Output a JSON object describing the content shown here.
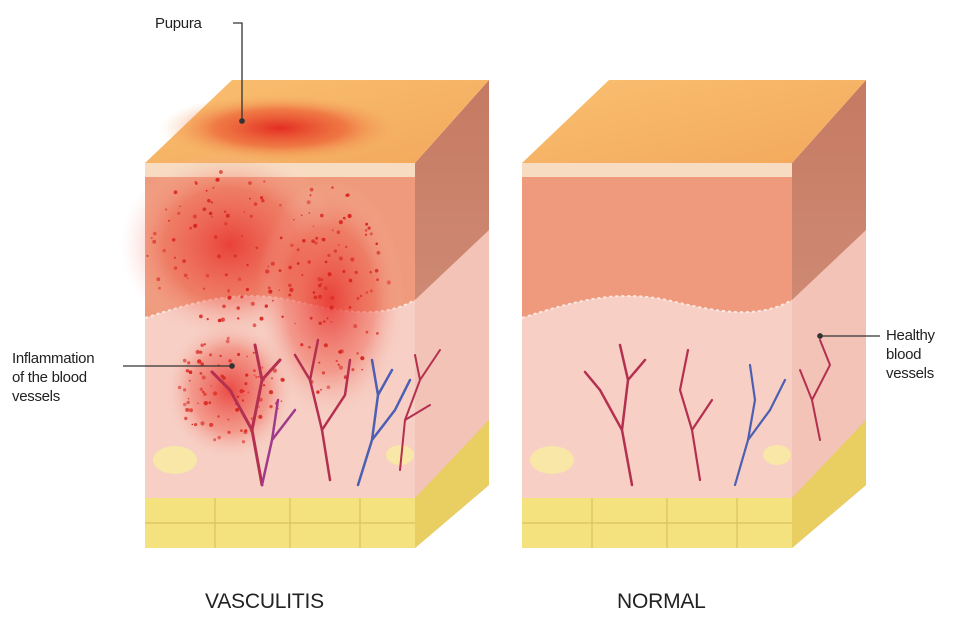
{
  "labels": {
    "purpura": "Pupura",
    "inflammation": [
      "Inflammation",
      "of the blood",
      "vessels"
    ],
    "healthy": [
      "Healthy",
      "blood",
      "vessels"
    ]
  },
  "captions": {
    "left": "VASCULITIS",
    "right": "NORMAL"
  },
  "colors": {
    "epidermis_top": "#f6b468",
    "epidermis_front": "#f0987a",
    "epidermis_side": "#c97f6a",
    "dermis": "#f7ccc2",
    "fat": "#f3e27a",
    "inflammation": "#e8322e",
    "vessel_red": "#b43050",
    "vessel_blue": "#4c5fb3"
  }
}
